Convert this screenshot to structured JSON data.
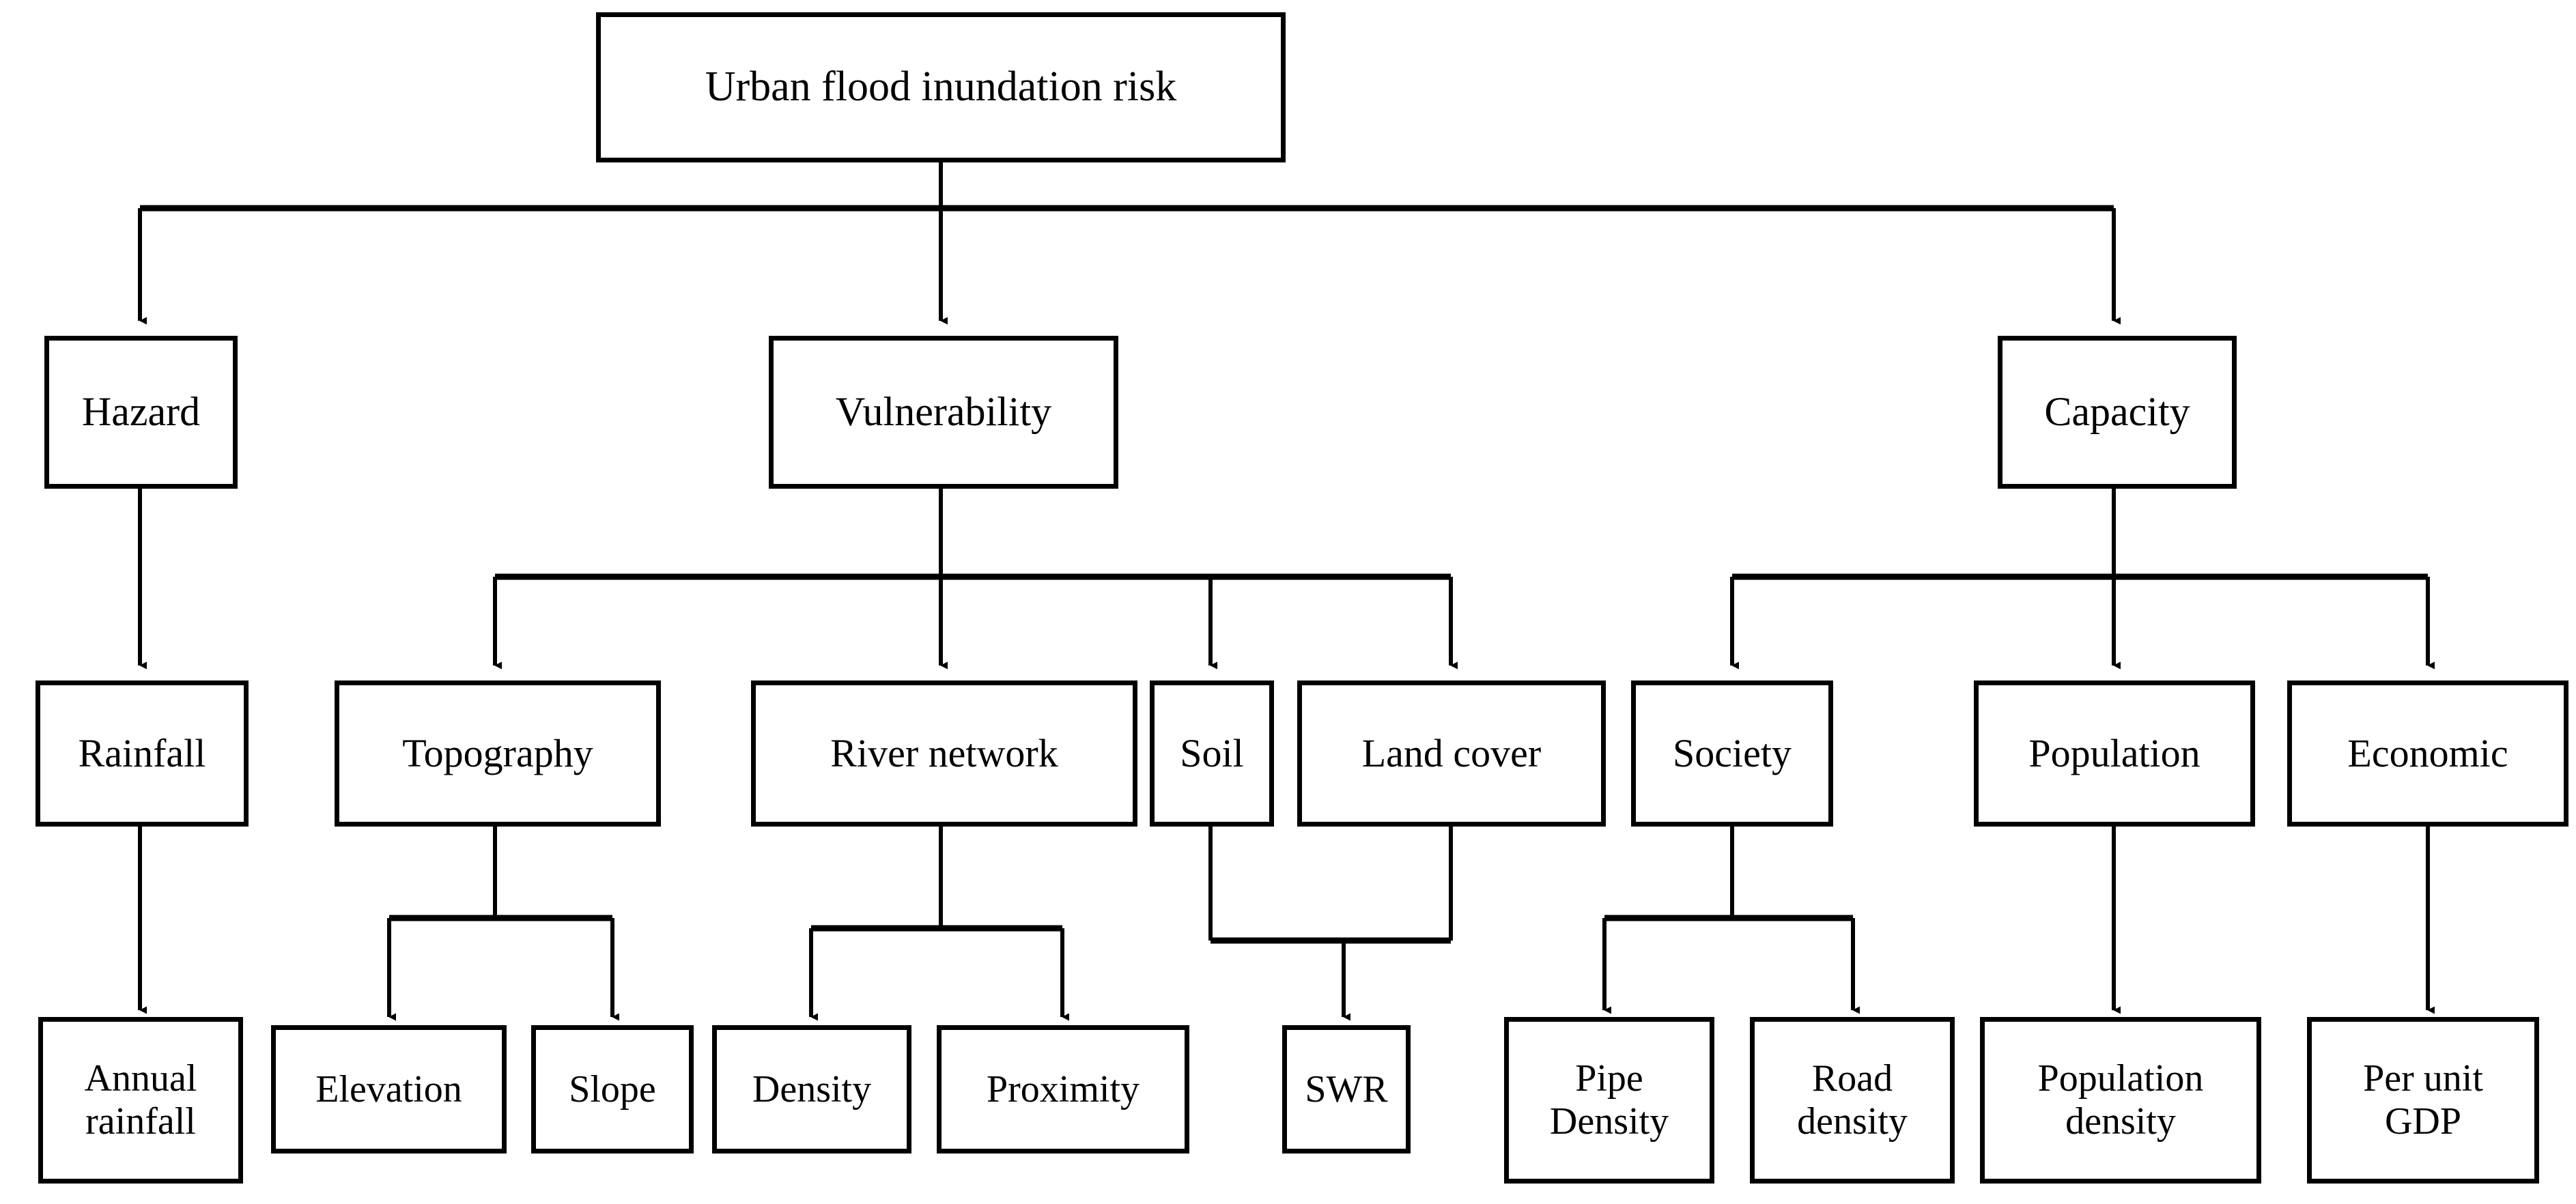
{
  "diagram": {
    "title": "Urban flood inundation risk",
    "type": "hierarchy-tree",
    "levels": 4,
    "colors": {
      "box_border": "#000000",
      "box_fill": "#ffffff",
      "connector": "#000000",
      "background": "#ffffff"
    }
  },
  "nodes": {
    "root": {
      "label": "Urban flood inundation risk"
    },
    "hazard": {
      "label": "Hazard"
    },
    "vulnerability": {
      "label": "Vulnerability"
    },
    "capacity": {
      "label": "Capacity"
    },
    "rainfall": {
      "label": "Rainfall"
    },
    "topography": {
      "label": "Topography"
    },
    "river_network": {
      "label": "River network"
    },
    "soil": {
      "label": "Soil"
    },
    "land_cover": {
      "label": "Land cover"
    },
    "society": {
      "label": "Society"
    },
    "population": {
      "label": "Population"
    },
    "economic": {
      "label": "Economic"
    },
    "annual_rainfall": {
      "label": "Annual\nrainfall"
    },
    "elevation": {
      "label": "Elevation"
    },
    "slope": {
      "label": "Slope"
    },
    "density": {
      "label": "Density"
    },
    "proximity": {
      "label": "Proximity"
    },
    "swr": {
      "label": "SWR"
    },
    "pipe_density": {
      "label": "Pipe\nDensity"
    },
    "road_density": {
      "label": "Road\ndensity"
    },
    "population_density": {
      "label": "Population\ndensity"
    },
    "per_unit_gdp": {
      "label": "Per unit\nGDP"
    }
  },
  "edges": [
    {
      "from": "root",
      "to": "hazard"
    },
    {
      "from": "root",
      "to": "vulnerability"
    },
    {
      "from": "root",
      "to": "capacity"
    },
    {
      "from": "hazard",
      "to": "rainfall"
    },
    {
      "from": "vulnerability",
      "to": "topography"
    },
    {
      "from": "vulnerability",
      "to": "river_network"
    },
    {
      "from": "vulnerability",
      "to": "soil"
    },
    {
      "from": "vulnerability",
      "to": "land_cover"
    },
    {
      "from": "capacity",
      "to": "society"
    },
    {
      "from": "capacity",
      "to": "population"
    },
    {
      "from": "capacity",
      "to": "economic"
    },
    {
      "from": "rainfall",
      "to": "annual_rainfall"
    },
    {
      "from": "topography",
      "to": "elevation"
    },
    {
      "from": "topography",
      "to": "slope"
    },
    {
      "from": "river_network",
      "to": "density"
    },
    {
      "from": "river_network",
      "to": "proximity"
    },
    {
      "from": "soil",
      "to": "swr"
    },
    {
      "from": "land_cover",
      "to": "swr"
    },
    {
      "from": "society",
      "to": "pipe_density"
    },
    {
      "from": "society",
      "to": "road_density"
    },
    {
      "from": "population",
      "to": "population_density"
    },
    {
      "from": "economic",
      "to": "per_unit_gdp"
    }
  ]
}
